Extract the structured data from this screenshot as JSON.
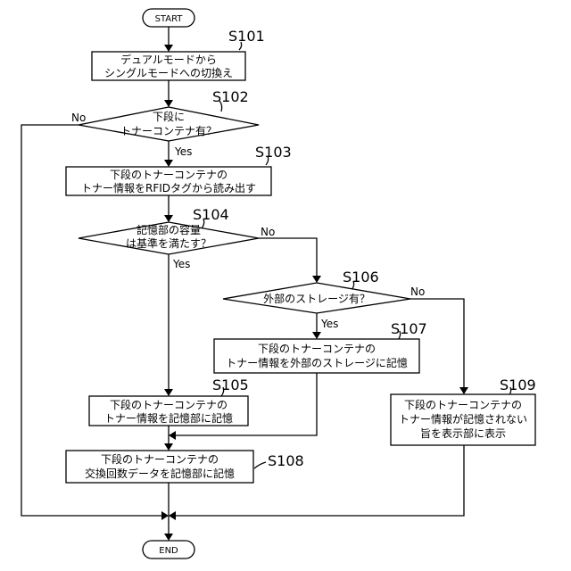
{
  "terminals": {
    "start": "START",
    "end": "END"
  },
  "steps": {
    "s101": {
      "id": "S101",
      "lines": [
        "デュアルモードから",
        "シングルモードへの切換え"
      ]
    },
    "s102": {
      "id": "S102",
      "lines": [
        "下段に",
        "トナーコンテナ有？"
      ]
    },
    "s103": {
      "id": "S103",
      "lines": [
        "下段のトナーコンテナの",
        "トナー情報をRFIDタグから読み出す"
      ]
    },
    "s104": {
      "id": "S104",
      "lines": [
        "記憶部の容量",
        "は基準を満たす？"
      ]
    },
    "s105": {
      "id": "S105",
      "lines": [
        "下段のトナーコンテナの",
        "トナー情報を記憶部に記憶"
      ]
    },
    "s106": {
      "id": "S106",
      "lines": [
        "外部のストレージ有？"
      ]
    },
    "s107": {
      "id": "S107",
      "lines": [
        "下段のトナーコンテナの",
        "トナー情報を外部のストレージに記憶"
      ]
    },
    "s108": {
      "id": "S108",
      "lines": [
        "下段のトナーコンテナの",
        "交換回数データを記憶部に記憶"
      ]
    },
    "s109": {
      "id": "S109",
      "lines": [
        "下段のトナーコンテナの",
        "トナー情報が記憶されない",
        "旨を表示部に表示"
      ]
    }
  },
  "branches": {
    "yes": "Yes",
    "no": "No"
  }
}
